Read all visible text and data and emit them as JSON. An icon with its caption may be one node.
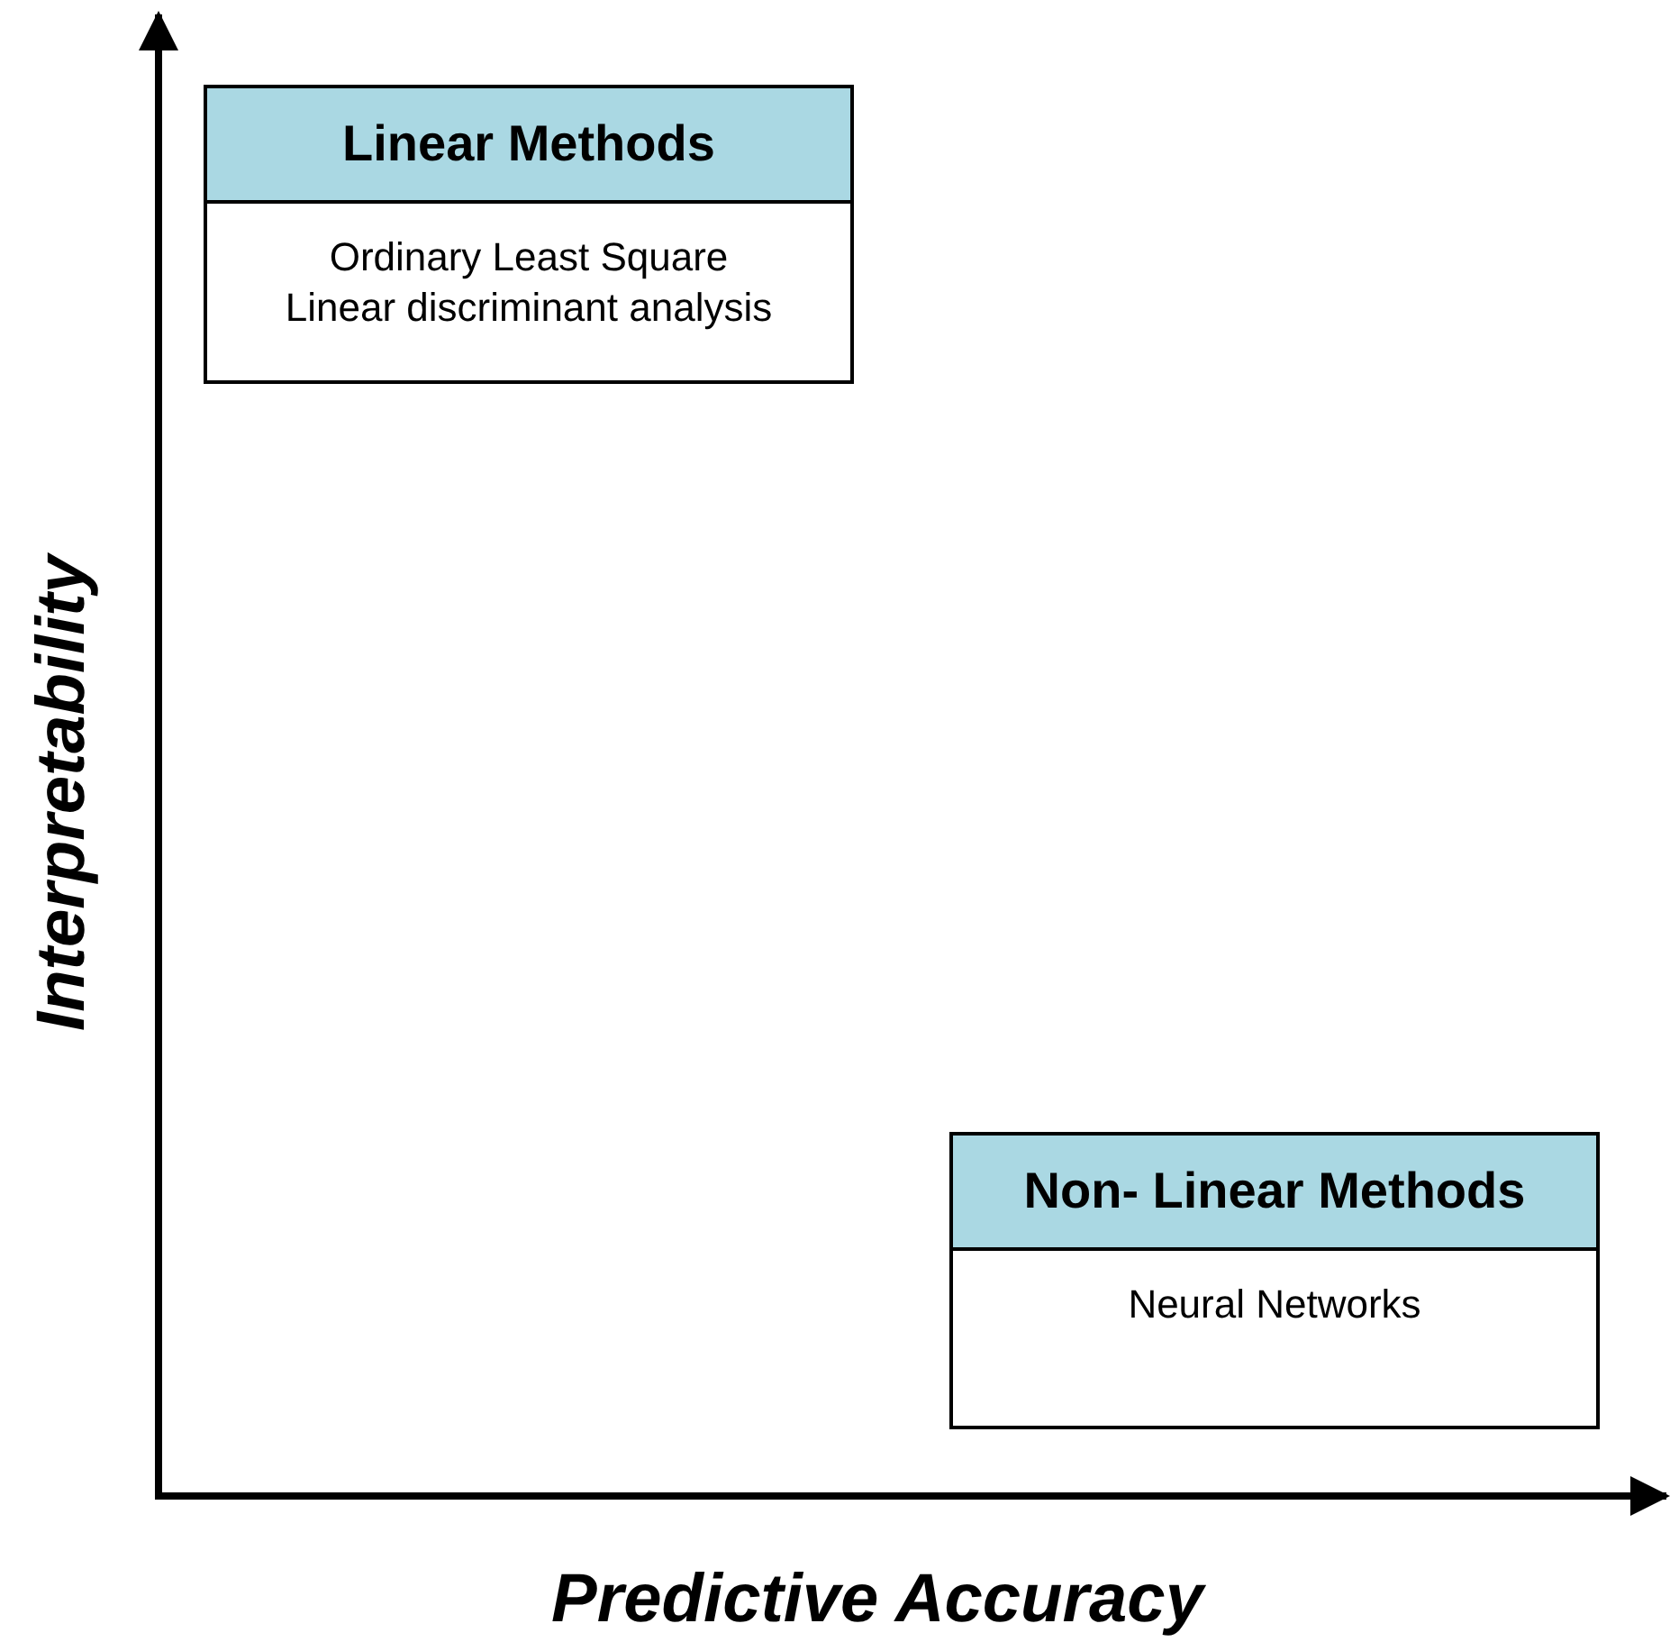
{
  "diagram": {
    "nodes": [
      {
        "text": [
          "Linear Methods",
          "Ordinary Least Square",
          "Linear discriminant analysis"
        ]
      },
      {
        "text": [
          "Non- Linear Methods",
          "Neural Networks"
        ]
      }
    ],
    "labels": [
      "Interpretability",
      "Predictive Accuracy"
    ]
  }
}
